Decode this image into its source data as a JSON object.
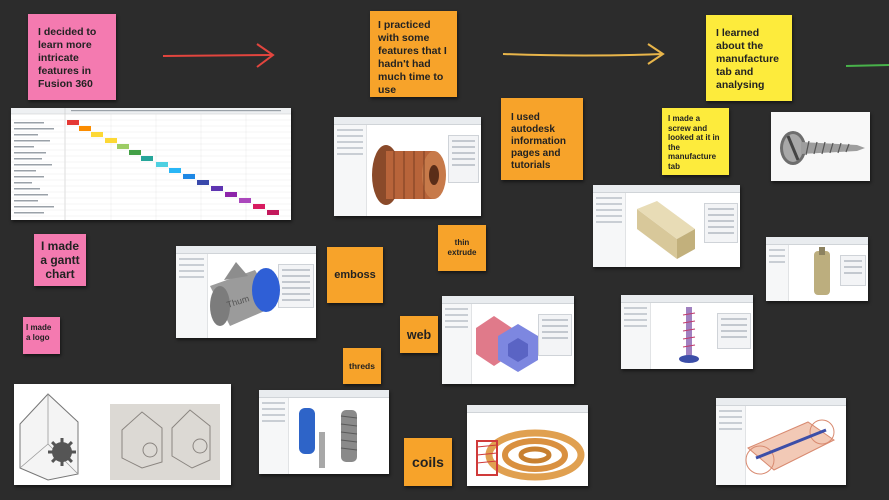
{
  "notes": {
    "decided": "I decided to learn more intricate features in Fusion 360",
    "practiced": "I practiced with some features that I hadn't had much time to use",
    "learned": "I learned about the manufacture tab and analysing",
    "gantt": "I made a gantt chart",
    "logo": "I made a logo",
    "autodesk": "I used autodesk information pages and tutorials",
    "screw": "I made a screw and looked at it in the manufacture tab",
    "emboss": "emboss",
    "thin_extrude": "thin extrude",
    "web": "web",
    "threds": "threds",
    "coils": "coils"
  },
  "colors": {
    "background": "#2c2c2c",
    "note_pink": "#f47ab0",
    "note_orange": "#f7a32a",
    "note_yellow": "#fdeb3c",
    "arrow_red": "#e2453e",
    "arrow_yellow": "#e8b54a",
    "arrow_green": "#48b24a"
  },
  "icons": {
    "arrow_1": "arrow-right-icon",
    "arrow_2": "arrow-right-icon"
  }
}
